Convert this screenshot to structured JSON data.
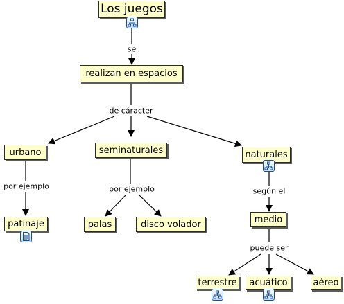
{
  "diagram": {
    "nodes": {
      "los_juegos": "Los juegos",
      "realizan": "realizan en espacios",
      "urbano": "urbano",
      "seminaturales": "seminaturales",
      "naturales": "naturales",
      "patinaje": "patinaje",
      "palas": "palas",
      "disco_volador": "disco volador",
      "medio": "medio",
      "terrestre": "terrestre",
      "acuatico": "acuático",
      "aereo": "aéreo"
    },
    "links": {
      "se": "se",
      "de_caracter": "de cáracter",
      "por_ejemplo_1": "por ejemplo",
      "por_ejemplo_2": "por ejemplo",
      "segun_el": "según el",
      "puede_ser": "puede ser"
    },
    "icons": {
      "los_juegos": "concept-map-icon",
      "naturales": "concept-map-icon",
      "terrestre": "concept-map-icon",
      "acuatico": "concept-map-icon",
      "patinaje": "document-icon"
    }
  }
}
